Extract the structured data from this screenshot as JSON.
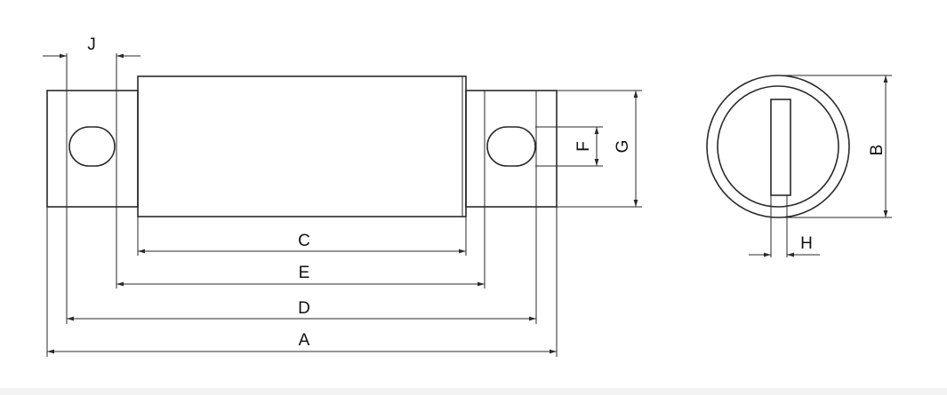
{
  "labels": {
    "a": "A",
    "b": "B",
    "c": "C",
    "d": "D",
    "e": "E",
    "f": "F",
    "g": "G",
    "h": "H",
    "j": "J"
  },
  "colors": {
    "line": "#2a2a2a",
    "text": "#111111",
    "background": "#ffffff",
    "floor": "#f3f3f3"
  }
}
